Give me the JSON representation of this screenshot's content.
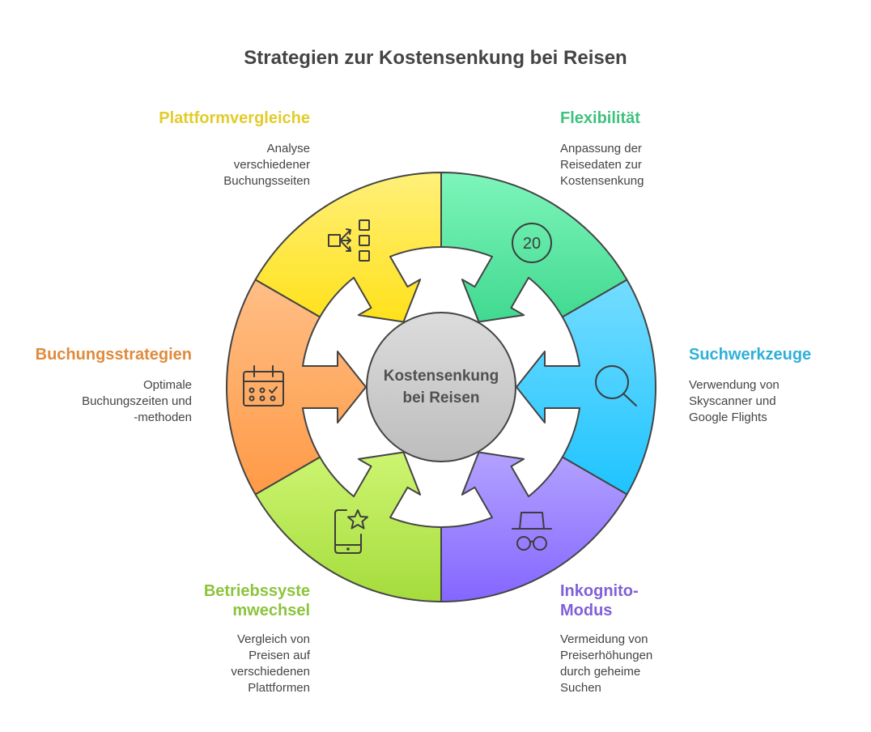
{
  "title": "Strategien zur Kostensenkung bei Reisen",
  "center": {
    "line1": "Kostensenkung",
    "line2": "bei Reisen"
  },
  "segments": [
    {
      "key": "plattform",
      "head": "Plattformvergleiche",
      "desc": [
        "Analyse",
        "verschiedener",
        "Buchungsseiten"
      ],
      "color": "#e2cc2b",
      "icon": "process-split-icon",
      "fill_top": "#fff07a",
      "fill_bottom": "#ffe11a"
    },
    {
      "key": "flex",
      "head": "Flexibilität",
      "desc": [
        "Anpassung der",
        "Reisedaten zur",
        "Kostensenkung"
      ],
      "color": "#3fc17f",
      "icon": "calendar-20-icon",
      "icon_text": "20",
      "fill_top": "#7ef5bb",
      "fill_bottom": "#40d98f"
    },
    {
      "key": "such",
      "head": "Suchwerkzeuge",
      "desc": [
        "Verwendung von",
        "Skyscanner und",
        "Google Flights"
      ],
      "color": "#2fb0d8",
      "icon": "search-icon",
      "fill_top": "#74dcff",
      "fill_bottom": "#1ec4ff"
    },
    {
      "key": "inkog",
      "head": "Inkognito-\nModus",
      "head_lines": [
        "Inkognito-",
        "Modus"
      ],
      "desc": [
        "Vermeidung von",
        "Preiserhöhungen",
        "durch geheime",
        "Suchen"
      ],
      "color": "#8060d8",
      "icon": "incognito-icon",
      "fill_top": "#b3a2ff",
      "fill_bottom": "#8466ff"
    },
    {
      "key": "betrieb",
      "head_lines": [
        "Betriebssyste",
        "mwechsel"
      ],
      "desc": [
        "Vergleich von",
        "Preisen auf",
        "verschiedenen",
        "Plattformen"
      ],
      "color": "#8cc43c",
      "icon": "mobile-star-icon",
      "fill_top": "#cdf571",
      "fill_bottom": "#a5dc3c"
    },
    {
      "key": "buchung",
      "head": "Buchungsstrategien",
      "desc": [
        "Optimale",
        "Buchungszeiten und",
        "-methoden"
      ],
      "color": "#e08a3c",
      "icon": "calendar-check-icon",
      "fill_top": "#ffbe86",
      "fill_bottom": "#ff9a46"
    }
  ]
}
